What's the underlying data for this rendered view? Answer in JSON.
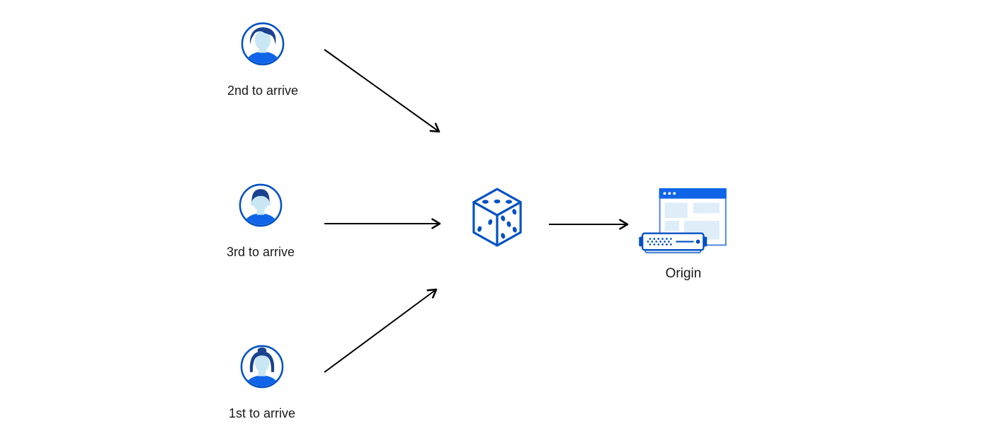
{
  "colors": {
    "outline_blue": "#0051c3",
    "bright_blue": "#1064e8",
    "dark_blue": "#1a428f",
    "face_blue": "#c8e6f4",
    "panel_blue": "#dfedf9",
    "window_border_blue": "#4f86dc",
    "base_blue": "#dceaf8",
    "arrow_black": "#000000",
    "label_text": "#1a1a1a",
    "background": "#ffffff"
  },
  "nodes": {
    "users": [
      {
        "label": "2nd to arrive",
        "icon": "avatar-male-wavy-hair-icon"
      },
      {
        "label": "3rd to arrive",
        "icon": "avatar-male-short-hair-icon"
      },
      {
        "label": "1st to arrive",
        "icon": "avatar-female-bun-icon"
      }
    ],
    "router": {
      "icon": "dice-icon"
    },
    "origin": {
      "label": "Origin",
      "icon": "origin-server-icon"
    }
  },
  "edges": [
    {
      "from": "user-2nd-to-arrive",
      "to": "dice"
    },
    {
      "from": "user-3rd-to-arrive",
      "to": "dice"
    },
    {
      "from": "user-1st-to-arrive",
      "to": "dice"
    },
    {
      "from": "dice",
      "to": "origin"
    }
  ]
}
